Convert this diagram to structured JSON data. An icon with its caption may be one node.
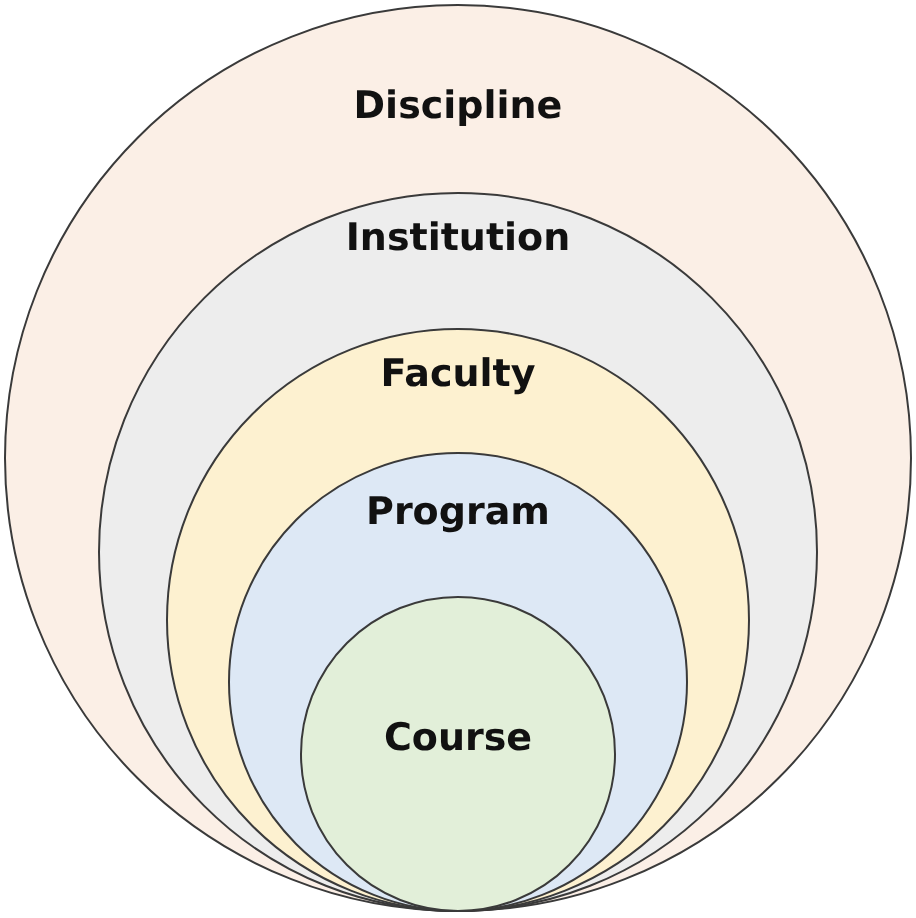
{
  "diagram": {
    "nodes": [
      {
        "text": [
          "Discipline"
        ]
      },
      {
        "text": [
          "Institution"
        ],
        "in": 0
      },
      {
        "text": [
          "Faculty"
        ],
        "in": 1
      },
      {
        "text": [
          "Program"
        ],
        "in": 2
      },
      {
        "text": [
          "Course"
        ],
        "in": 3
      }
    ]
  }
}
